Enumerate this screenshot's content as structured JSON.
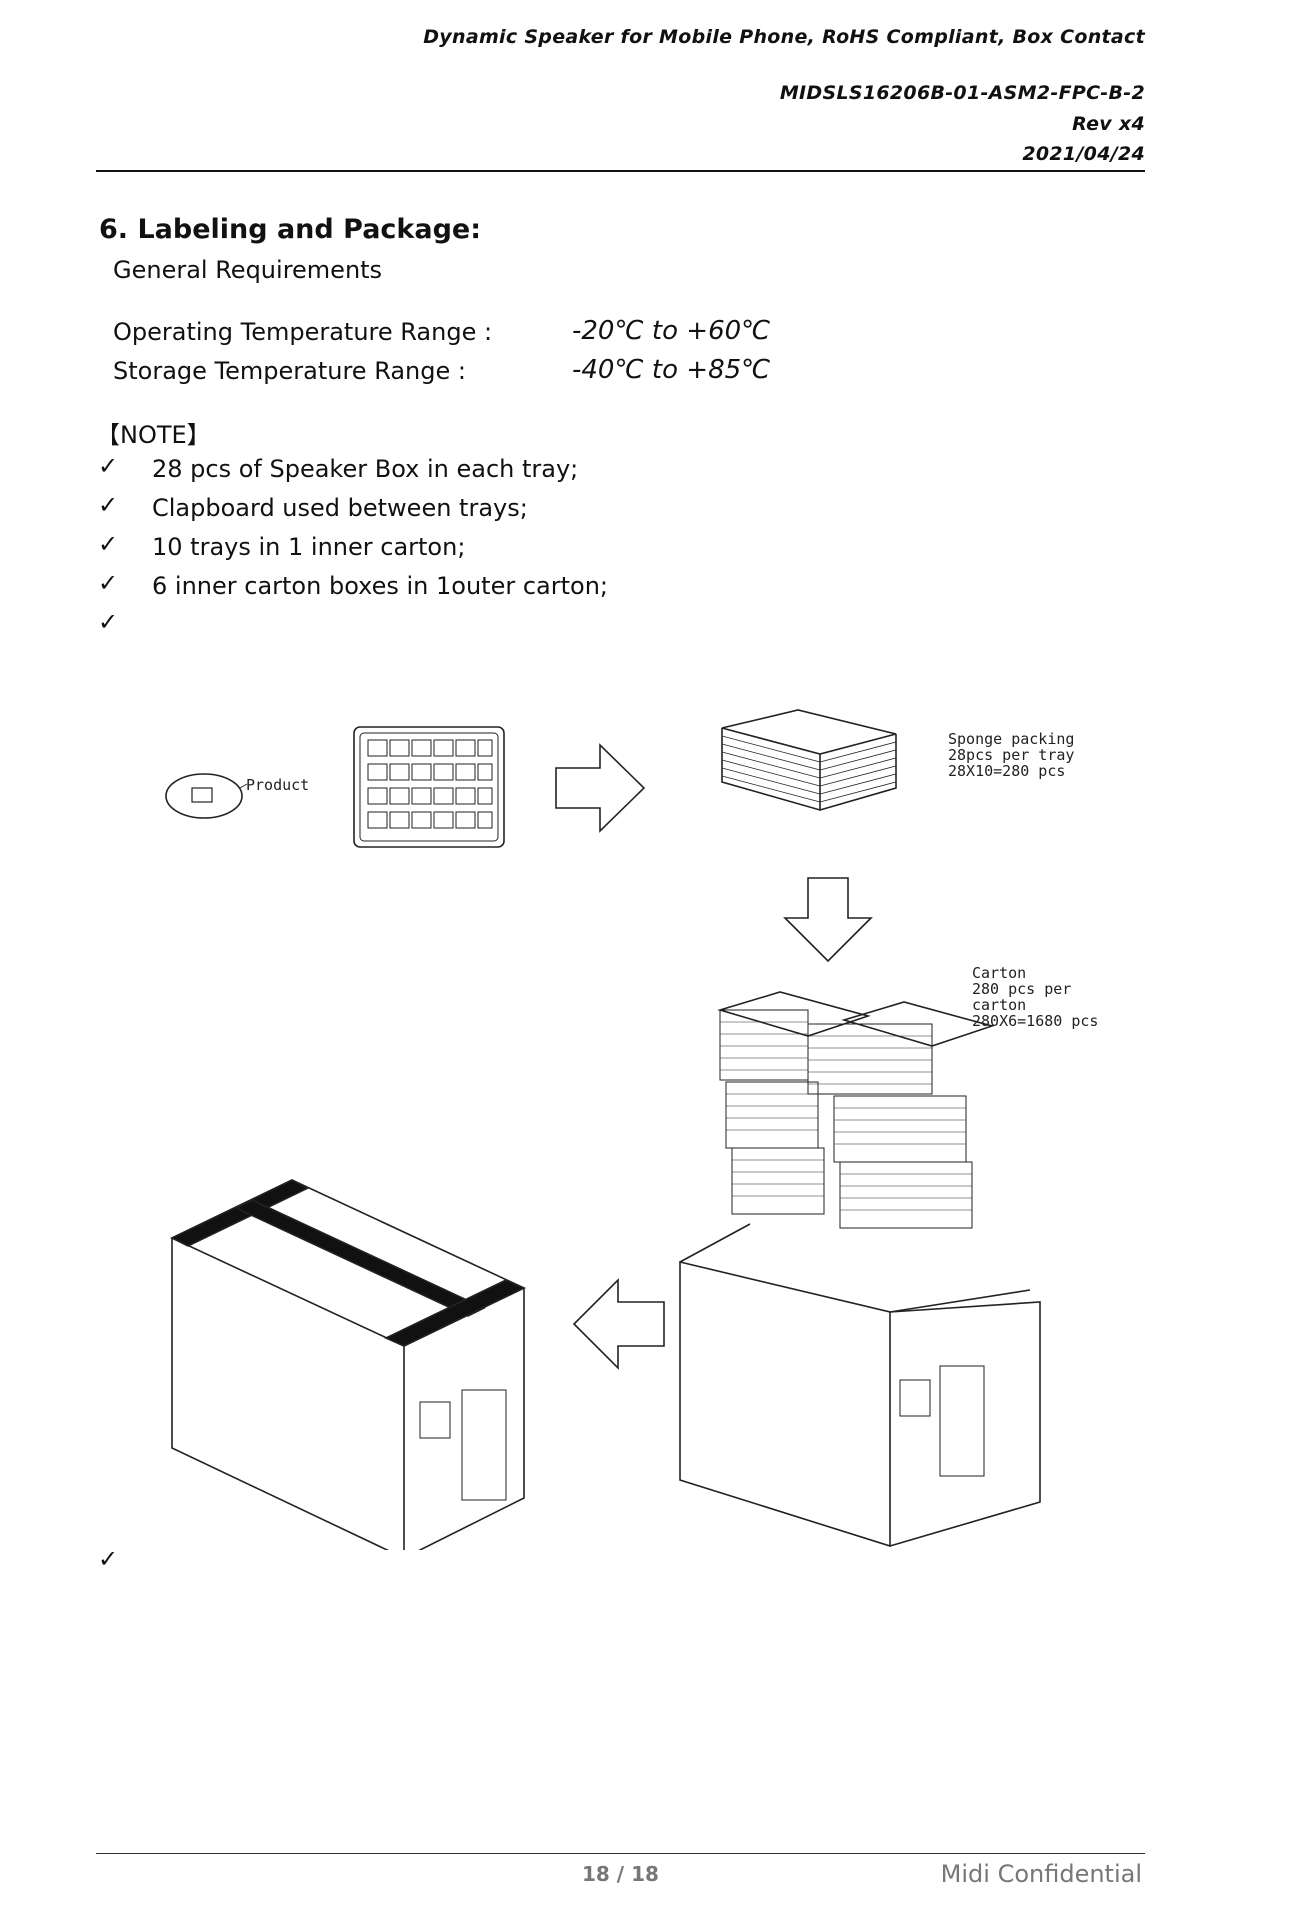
{
  "header": {
    "title": "Dynamic Speaker for Mobile Phone, RoHS Compliant, Box Contact",
    "part_no": "MIDSLS16206B-01-ASM2-FPC-B-2",
    "rev": "Rev x4",
    "date": "2021/04/24"
  },
  "section": {
    "title": "6. Labeling and Package:",
    "subtitle": "General Requirements",
    "op_label": "Operating Temperature Range :",
    "op_value": "-20℃ to +60℃",
    "st_label": "Storage Temperature Range :",
    "st_value": "-40℃ to +85℃"
  },
  "note": {
    "title": "【NOTE】",
    "items": [
      "28 pcs of Speaker Box in each tray;",
      "Clapboard used between trays;",
      "10 trays in 1 inner carton;",
      "6 inner carton boxes in 1outer carton;"
    ],
    "check": "✓"
  },
  "diagram": {
    "product_label": "Product",
    "sponge": [
      "Sponge packing",
      "28pcs per tray",
      "28X10=280 pcs"
    ],
    "carton": [
      "Carton",
      "280 pcs per",
      "carton",
      "280X6=1680 pcs"
    ]
  },
  "footer": {
    "page": "18 / 18",
    "confidential": "Midi Confidential"
  }
}
